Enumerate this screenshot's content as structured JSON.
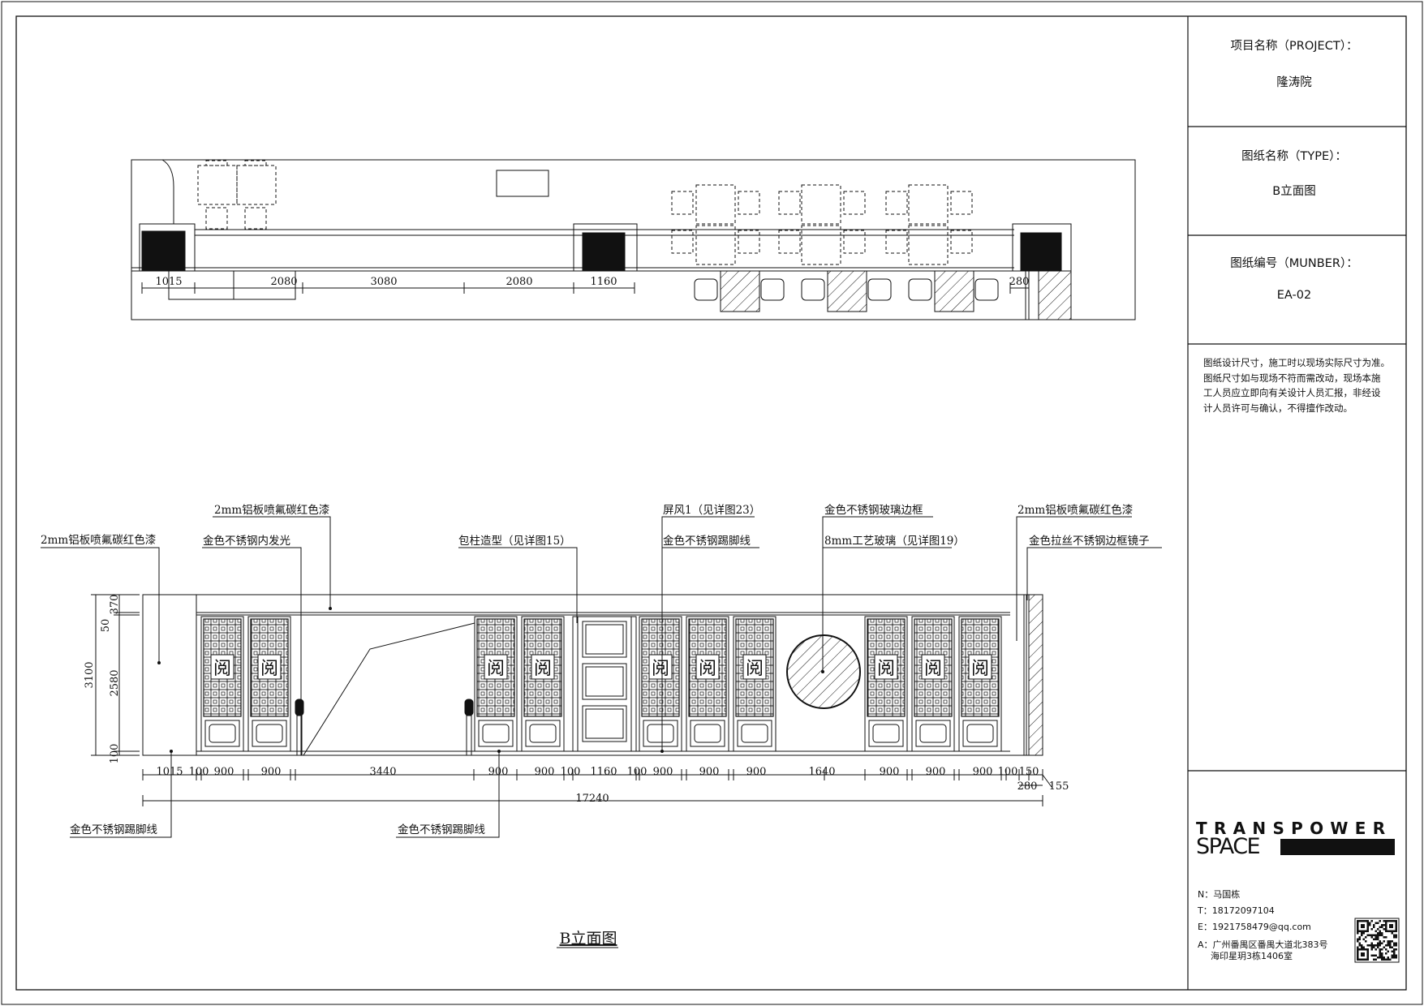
{
  "title_block": {
    "project_label": "项目名称（PROJECT）：",
    "project_value": "隆涛院",
    "type_label": "图纸名称（TYPE）：",
    "type_value": "B立面图",
    "number_label": "图纸编号（MUNBER）：",
    "number_value": "EA-02",
    "notes": [
      "图纸设计尺寸，施工时以现场实际尺寸为准。",
      "图纸尺寸如与现场不符而需改动，现场本施",
      "工人员应立即向有关设计人员汇报，非经设",
      "计人员许可与确认，不得擅作改动。"
    ],
    "logo_line1": "TRANSPOWER",
    "logo_line2": "SPACE",
    "contact": {
      "name": "N：马国栋",
      "tel": "T：18172097104",
      "email": "E：1921758479@qq.com",
      "address_line1": "A：广州番禺区番禺大道北383号",
      "address_line2": "海印星玥3栋1406室"
    }
  },
  "plan": {
    "dimensions": [
      "1015",
      "2080",
      "3080",
      "2080",
      "1160",
      "280"
    ]
  },
  "elevation": {
    "caption": "B立面图",
    "left_dims": [
      "370",
      "50",
      "2580",
      "100",
      "3100"
    ],
    "bottom_dims": [
      "1015",
      "100",
      "900",
      "900",
      "3440",
      "900",
      "900",
      "100",
      "1160",
      "100",
      "900",
      "900",
      "900",
      "1640",
      "900",
      "900",
      "900",
      "100",
      "150"
    ],
    "extra_dims": [
      "280",
      "155"
    ],
    "total": "17240",
    "callouts": {
      "c1": "2mm铝板喷氟碳红色漆",
      "c2": "2mm铝板喷氟碳红色漆",
      "c3": "金色不锈钢内发光",
      "c4": "包柱造型（见详图15）",
      "c5": "屏风1（见详图23）",
      "c6": "金色不锈钢踢脚线",
      "c7": "金色不锈钢玻璃边框",
      "c8": "8mm工艺玻璃（见详图19）",
      "c9": "2mm铝板喷氟碳红色漆",
      "c10": "金色拉丝不锈钢边框镜子",
      "c11": "金色不锈钢踢脚线",
      "c12": "金色不锈钢踢脚线"
    },
    "panel_glyph": "阅"
  }
}
